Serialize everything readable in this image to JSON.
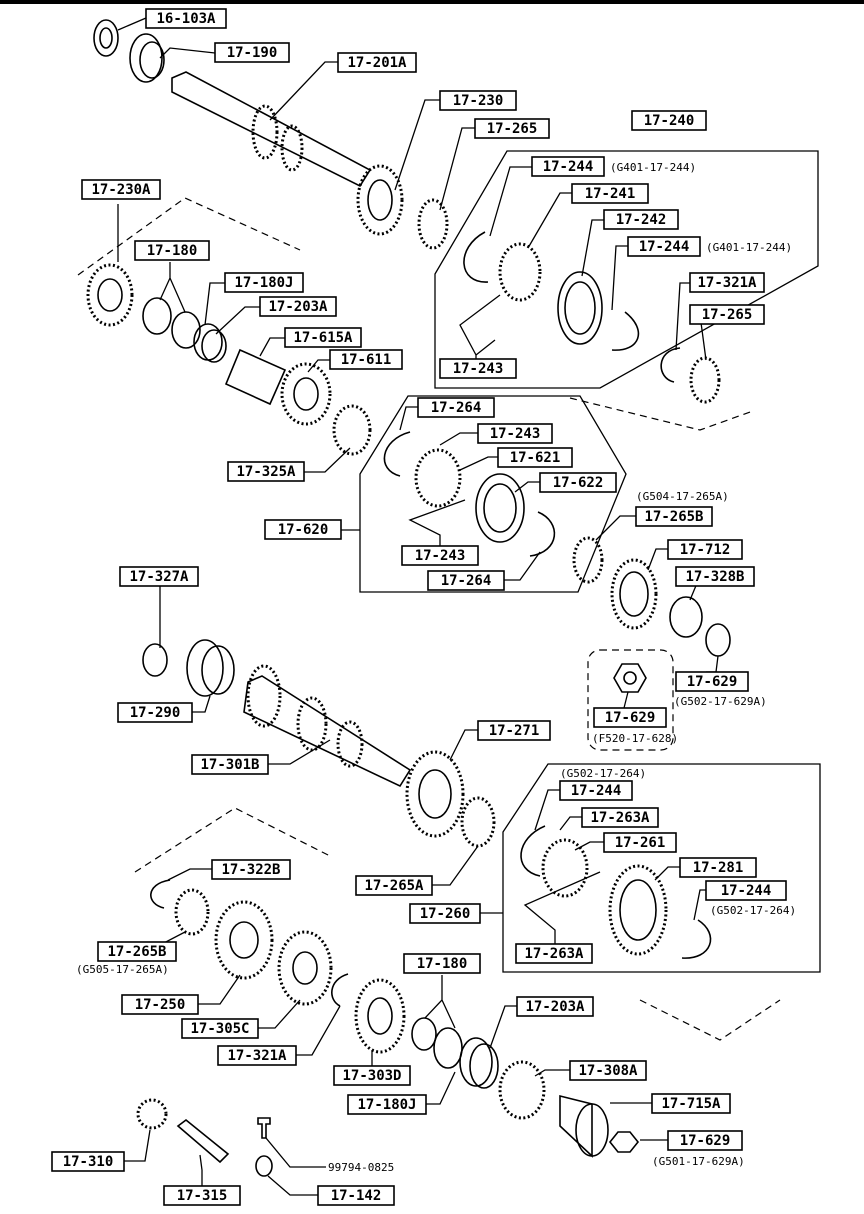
{
  "labels": {
    "l16_103A": "16-103A",
    "l17_190": "17-190",
    "l17_201A": "17-201A",
    "l17_230": "17-230",
    "l17_265": "17-265",
    "l17_240": "17-240",
    "l17_244_a": "17-244",
    "l17_241": "17-241",
    "l17_242": "17-242",
    "l17_244_b": "17-244",
    "l17_321A_top": "17-321A",
    "l17_265_r": "17-265",
    "l17_243_top": "17-243",
    "l17_230A": "17-230A",
    "l17_180_top": "17-180",
    "l17_180J_top": "17-180J",
    "l17_203A_top": "17-203A",
    "l17_615A": "17-615A",
    "l17_611": "17-611",
    "l17_325A": "17-325A",
    "l17_264_a": "17-264",
    "l17_243_b": "17-243",
    "l17_621": "17-621",
    "l17_622": "17-622",
    "l17_620": "17-620",
    "l17_243_c": "17-243",
    "l17_264_b": "17-264",
    "l17_265B_mid": "17-265B",
    "l17_712": "17-712",
    "l17_328B": "17-328B",
    "l17_629_a": "17-629",
    "l17_629_b": "17-629",
    "l17_327A": "17-327A",
    "l17_290": "17-290",
    "l17_301B": "17-301B",
    "l17_271": "17-271",
    "l17_244_c": "17-244",
    "l17_263A_a": "17-263A",
    "l17_261": "17-261",
    "l17_281": "17-281",
    "l17_244_d": "17-244",
    "l17_263A_b": "17-263A",
    "l17_260": "17-260",
    "l17_265A": "17-265A",
    "l17_322B": "17-322B",
    "l17_265B_bot": "17-265B",
    "l17_250": "17-250",
    "l17_305C": "17-305C",
    "l17_321A_bot": "17-321A",
    "l17_303D": "17-303D",
    "l17_180_bot": "17-180",
    "l17_203A_bot": "17-203A",
    "l17_180J_bot": "17-180J",
    "l17_308A": "17-308A",
    "l17_715A": "17-715A",
    "l17_629_c": "17-629",
    "l17_310": "17-310",
    "l17_315": "17-315",
    "l17_142": "17-142"
  },
  "notes": {
    "n_g401_244_a": "(G401-17-244)",
    "n_g401_244_b": "(G401-17-244)",
    "n_g504_265A": "(G504-17-265A)",
    "n_g502_629A": "(G502-17-629A)",
    "n_f520_628": "(F520-17-628)",
    "n_g502_264_top": "(G502-17-264)",
    "n_g502_264_r": "(G502-17-264)",
    "n_g505_265A": "(G505-17-265A)",
    "n_99794": "99794-0825",
    "n_g501_629A": "(G501-17-629A)"
  },
  "colors": {
    "ink": "#000000",
    "paper": "#ffffff"
  }
}
